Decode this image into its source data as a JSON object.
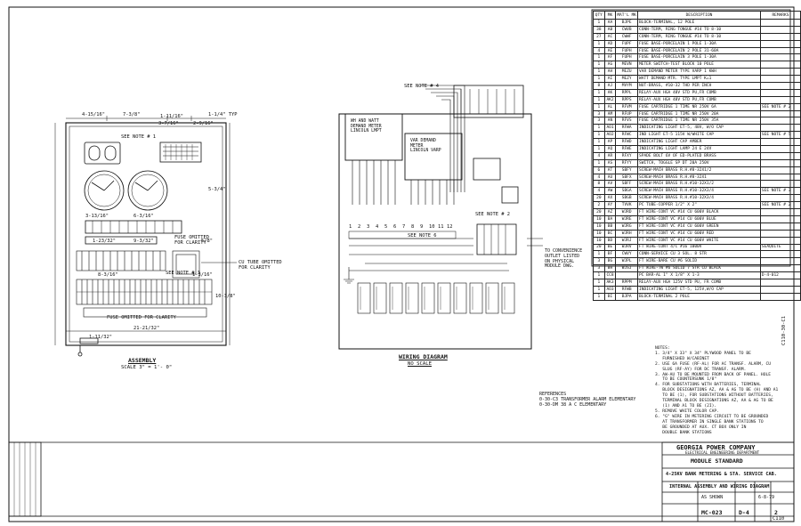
{
  "bom": {
    "headers": [
      "QTY",
      "MK",
      "MAT'L MK",
      "DESCRIPTION",
      "REMARKS"
    ],
    "rows": [
      [
        "1",
        "AA",
        "BJPE",
        "BLOCK-TERMINAL, 12 POLE",
        ""
      ],
      [
        "38",
        "AB",
        "CWVB",
        "CONN-TERM, RING TONGUE #14 TO 8-10",
        ""
      ],
      [
        "27",
        "AC",
        "CWWF",
        "CONN-TERM, RING TONGUE #14 TO 8-10",
        ""
      ],
      [
        "1",
        "AD",
        "FUPF",
        "FUSE BASE-PORCELAIN 1 POLE 1-30A",
        ""
      ],
      [
        "4",
        "AE",
        "FUPH",
        "FUSE BASE-PORCELAIN 2 POLE 31-60A",
        ""
      ],
      [
        "1",
        "AF",
        "FUPH",
        "FUSE BASE-PORCELAIN 3 POLE 1-30A",
        ""
      ],
      [
        "1",
        "AG",
        "MEVN",
        "METER SWITCH-TEST BLOCK 10 POLE",
        ""
      ],
      [
        "1",
        "AH",
        "MEZU",
        "VAR DEMAND METER TYPE VARP 1 KWH",
        ""
      ],
      [
        "1",
        "AI",
        "MEZY",
        "WATT DEMAND MTR. TYPE LMPT K=1",
        ""
      ],
      [
        "8",
        "AJ",
        "MVYM",
        "NUT-BRASS, #10-32 THD PER INCH",
        ""
      ],
      [
        "1",
        "AK",
        "RPPL",
        "RELAY-AUX HGA 48V STD PU,FR COMB",
        ""
      ],
      [
        "1",
        "AK2",
        "RPPS",
        "RELAY-AUX HGA 48V STD PU,FR COMB",
        ""
      ],
      [
        "1",
        "AL",
        "RFVM",
        "FUSE CARTRIDGE 1 TIME NR 250V 6A",
        "SEE NOTE # 2"
      ],
      [
        "3",
        "AM",
        "RFUP",
        "FUSE CARTRIDGE 1 TIME NR 250V 20A",
        ""
      ],
      [
        "3",
        "AN",
        "RFVS",
        "FUSE CARTRIDGE 1 TIME NR 250V 35A",
        ""
      ],
      [
        "1",
        "AO1",
        "RFWA",
        "INDICATING LIGHT ET-5, 48V, W/O CAP",
        ""
      ],
      [
        "1",
        "AO2",
        "RFWC",
        "IND LIGHT ET-5 115V W/WHITE CAP",
        "SEE NOTE # 5"
      ],
      [
        "1",
        "AP",
        "RFWD",
        "INDICATING LIGHT CAP AMBER",
        ""
      ],
      [
        "1",
        "AQ",
        "RFWE",
        "INDICATING LIGHT LAMP 24 E 24V",
        ""
      ],
      [
        "4",
        "AR",
        "RFXY",
        "SPADE BOLT 6V OF ED-PLATED BRASS",
        ""
      ],
      [
        "1",
        "AS",
        "RFYY",
        "SWITCH, TOGGLE SP DT 20A 250V",
        ""
      ],
      [
        "6",
        "AT",
        "SBFY",
        "SCREW-MACH BRASS R.H.#8-32X1/2",
        ""
      ],
      [
        "4",
        "AU",
        "SBFX",
        "SCREW-MACH BRASS R.H.#8-32X1",
        ""
      ],
      [
        "8",
        "AV",
        "SBFF",
        "SCREW-MACH BRASS R.H.#10-32X1/2",
        ""
      ],
      [
        "4",
        "AW",
        "SBGA",
        "SCREW-MACH BRASS R.H.#10-32X3/4",
        "SEE NOTE # 3"
      ],
      [
        "20",
        "AX",
        "SBGB",
        "SCREW-MACH BRASS R.H.#10-32X3/4",
        ""
      ],
      [
        "2",
        "AY",
        "TVVK",
        "PC TUBE-COPPER 1/2\" X 2\"",
        "SEE NOTE # 2"
      ],
      [
        "20",
        "AZ",
        "WJRD",
        "FT WIRE-CONT VC #14 CU 600V BLACK",
        ""
      ],
      [
        "10",
        "BA",
        "WJRE",
        "FT WIRE-CONT VC #14 CU 600V BLUE",
        ""
      ],
      [
        "10",
        "BB",
        "WJRG",
        "FT WIRE-CONT VC #14 CU 600V GREEN",
        ""
      ],
      [
        "10",
        "BC",
        "WJRH",
        "FT WIRE-CONT VC #14 CU 600V RED",
        ""
      ],
      [
        "10",
        "BD",
        "WJRJ",
        "FT WIRE-CONT VC #14 CU 600V WHITE",
        ""
      ],
      [
        "20",
        "BE",
        "WJRV",
        "FT WIRE-CONT 4/C #16 1000V",
        "SEAQUITE"
      ],
      [
        "1",
        "BF",
        "CWVY",
        "CONN-SERVICE CU 3 SOL. 8 STR",
        ""
      ],
      [
        "3",
        "BG",
        "WJPL",
        "FT WIRE-BARE CU #6 SOLID",
        ""
      ],
      [
        "3",
        "BH",
        "WJSJ",
        "FT WIRE-TW #6 SOLID 7 STR CU BLACK",
        ""
      ],
      [
        "1",
        "CC8",
        "",
        "PC BAR-AL 1\" X 1/8\" X 1-3",
        "D-4-012"
      ],
      [
        "1",
        "AK3",
        "RPPM",
        "RELAY-AUX HGA 125V STD PU, FR COMB",
        ""
      ],
      [
        "1",
        "AO3",
        "RFWB",
        "INDICATING LIGHT ET-5, 125V,W/O CAP",
        ""
      ],
      [
        "1",
        "BI",
        "BJPA",
        "BLOCK-TERMINAL 2 POLE",
        ""
      ]
    ]
  },
  "notes": {
    "title": "NOTES:",
    "items": [
      "1. 3/4\" X 33\" X 34\" PLYWOOD PANEL TO BE\n   FURNISHED W/CABINET",
      "2. USE 6A FUSE (RF-AL) FOR AC TRANSF. ALARM, CU\n   SLUG (RF-AY) FOR DC TRANSF. ALARM.",
      "3. AW-AU TO BE MOUNTED FROM BACK OF PANEL. HOLE\n   TO BE COUNTERSUNK 1/8\"",
      "4. FOR SUBSTATIONS WITH BATTERIES, TERMINAL\n   BLOCK DESIGNATIONS AZ, AA & AG TO BE (H) AND A1\n   TO BE (1), FOR SUBSTATIONS WITHOUT BATTERIES,\n   TERMINAL BLOCK DESIGNATIONS AZ, AA & AG TO BE\n   (1) AND A1 TO BE (2I).",
      "5. REMOVE WHITE COLOR CAP.",
      "6. \"G\" WIRE IN METERING CIRCUIT TO BE GROUNDED\n   AT TRANSFORMER IN SINGLE BANK STATIONS TO\n   BE GROUNDED AT AUX. CT BOX ONLY IN\n   DOUBLE BANK STATIONS"
    ]
  },
  "references": {
    "title": "REFERENCES",
    "items": [
      "0-30-C3   TRANSFORMER ALARM ELEMENTARY",
      "0-30-DM   38 A C ELEMENTARY"
    ]
  },
  "assembly": {
    "title": "ASSEMBLY",
    "scale": "SCALE  3\" = 1'- 0\"",
    "dims": {
      "d1": "4-15/16\"",
      "d2": "7-3/8\"",
      "d3": "3-7/16\"",
      "d4": "2-9/16\"",
      "d5": "1-11/16\"",
      "d6": "1-1/4\" TYP",
      "d7": "3-13/16\"",
      "d8": "6-3/16\"",
      "d9": "1-23/32\"",
      "d10": "9-3/32\"",
      "d11": "8-3/16\"",
      "d12": "1-3/16\"",
      "d13": "21-21/32\"",
      "d14": "1-11/32\"",
      "d15": "5/8\"",
      "d16": "5-3/4\"",
      "d17": "10-3/8\""
    },
    "notes": {
      "n1": "SEE NOTE # 1",
      "n2": "FUSE OMITTED FOR CLARITY",
      "n3": "CU TUBE OMITTED FOR CLARITY",
      "n4": "FUSE OMITTED FOR CLARITY",
      "n5": "SEE NOTE # 3"
    }
  },
  "wiring": {
    "title": "WIRING  DIAGRAM",
    "scale": "NO  SCALE",
    "wh_meter": "WH AND WATT\nDEMAND METER\nLINCOLN LMPT",
    "var_meter": "VAR DEMAND\nMETER\nLINCOLN VARP",
    "note4": "SEE NOTE # 4",
    "note2": "SEE NOTE # 2",
    "note6": "SEE NOTE 6",
    "convenience": "TO CONVENIENCE\nOUTLET LISTED\nON PHYSICAL\nMODULE DWG.",
    "terminals": [
      "1",
      "2",
      "3",
      "4",
      "5",
      "6",
      "7",
      "8",
      "9",
      "10",
      "11",
      "12"
    ]
  },
  "title_block": {
    "company": "GEORGIA POWER COMPANY",
    "dept": "ELECTRICAL ENGINEERING DEPARTMENT",
    "module": "MODULE  STANDARD",
    "line1": "4-25KV BANK METERING & STA. SERVICE CAB.",
    "line2": "INTERNAL  ASSEMBLY  AND  WIRING  DIAGRAM",
    "scale": "AS SHOWN",
    "date": "6-8-79",
    "number": "MC-023",
    "sheet": "D-4",
    "rev": "2",
    "corner": "C110",
    "side_code": "C110-30-C1"
  }
}
